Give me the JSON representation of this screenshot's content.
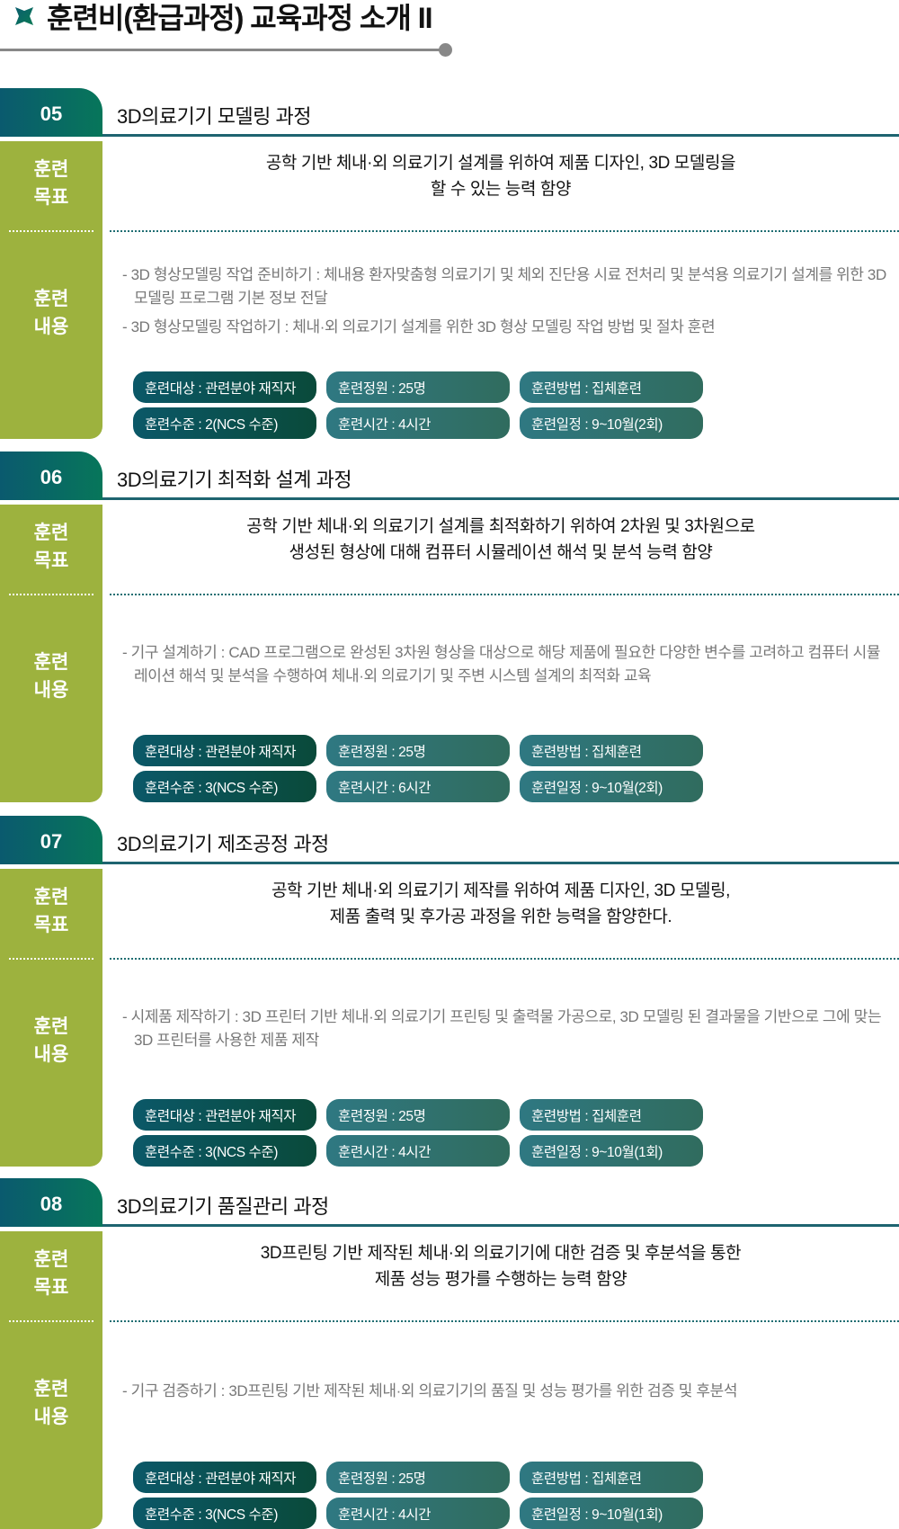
{
  "header": {
    "title": "훈련비(환급과정) 교육과정 소개 II"
  },
  "labels": {
    "goal": [
      "훈련",
      "목표"
    ],
    "content": [
      "훈련",
      "내용"
    ]
  },
  "sections": [
    {
      "number": "05",
      "title": "3D의료기기 모델링 과정",
      "goal": [
        "공학 기반 체내·외 의료기기 설계를 위하여 제품 디자인, 3D 모델링을",
        "할 수 있는 능력 함양"
      ],
      "content": [
        "- 3D 형상모델링 작업 준비하기 : 체내용 환자맞춤형 의료기기 및 체외 진단용 시료 전처리 및 분석용 의료기기 설계를 위한 3D 모델링 프로그램 기본 정보 전달",
        "- 3D 형상모델링 작업하기 : 체내·외 의료기기 설계를 위한 3D 형상 모델링 작업 방법 및 절차 훈련"
      ],
      "pills": [
        "훈련대상 : 관련분야 재직자",
        "훈련정원 : 25명",
        "훈련방법 : 집체훈련",
        "훈련수준 : 2(NCS 수준)",
        "훈련시간 : 4시간",
        "훈련일정 : 9~10월(2회)"
      ]
    },
    {
      "number": "06",
      "title": "3D의료기기 최적화 설계 과정",
      "goal": [
        "공학 기반 체내·외 의료기기 설계를 최적화하기 위하여 2차원 및 3차원으로",
        "생성된 형상에 대해 컴퓨터 시뮬레이션 해석 및 분석 능력 함양"
      ],
      "content": [
        "- 기구 설계하기 : CAD 프로그램으로 완성된 3차원 형상을 대상으로 해당 제품에 필요한 다양한 변수를 고려하고 컴퓨터 시뮬레이션 해석 및 분석을 수행하여 체내·외 의료기기 및 주변 시스템 설계의 최적화 교육"
      ],
      "pills": [
        "훈련대상 : 관련분야 재직자",
        "훈련정원 : 25명",
        "훈련방법 : 집체훈련",
        "훈련수준 : 3(NCS 수준)",
        "훈련시간 : 6시간",
        "훈련일정 : 9~10월(2회)"
      ]
    },
    {
      "number": "07",
      "title": "3D의료기기 제조공정 과정",
      "goal": [
        "공학 기반 체내·외 의료기기 제작를 위하여 제품 디자인, 3D 모델링,",
        "제품 출력 및 후가공 과정을 위한 능력을 함양한다."
      ],
      "content": [
        "- 시제품 제작하기 : 3D 프린터 기반 체내·외 의료기기 프린팅 및 출력물 가공으로, 3D 모델링 된 결과물을 기반으로 그에 맞는 3D 프린터를 사용한 제품 제작"
      ],
      "pills": [
        "훈련대상 : 관련분야 재직자",
        "훈련정원 : 25명",
        "훈련방법 : 집체훈련",
        "훈련수준 : 3(NCS 수준)",
        "훈련시간 : 4시간",
        "훈련일정 : 9~10월(1회)"
      ]
    },
    {
      "number": "08",
      "title": "3D의료기기 품질관리 과정",
      "goal": [
        "3D프린팅 기반 제작된 체내·외 의료기기에 대한 검증 및 후분석을 통한",
        "제품 성능 평가를 수행하는 능력 함양"
      ],
      "content": [
        "- 기구 검증하기 : 3D프린팅 기반 제작된 체내·외 의료기기의 품질 및 성능 평가를 위한 검증 및 후분석"
      ],
      "pills": [
        "훈련대상 : 관련분야 재직자",
        "훈련정원 : 25명",
        "훈련방법 : 집체훈련",
        "훈련수준 : 3(NCS 수준)",
        "훈련시간 : 4시간",
        "훈련일정 : 9~10월(1회)"
      ]
    }
  ]
}
